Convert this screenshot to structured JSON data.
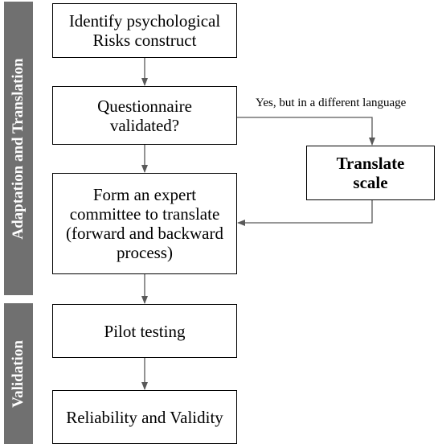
{
  "phases": {
    "adaptation": "Adaptation and Translation",
    "validation": "Validation"
  },
  "nodes": {
    "identify": [
      "Identify psychological",
      "Risks construct"
    ],
    "questionnaire": [
      "Questionnaire",
      "validated?"
    ],
    "committee": [
      "Form an expert",
      "committee to translate",
      "(forward and backward",
      "process)"
    ],
    "translate": [
      "Translate",
      "scale"
    ],
    "pilot": [
      "Pilot testing"
    ],
    "reliability": [
      "Reliability and Validity"
    ]
  },
  "edges": {
    "yes_different_language": "Yes, but in a different language"
  }
}
